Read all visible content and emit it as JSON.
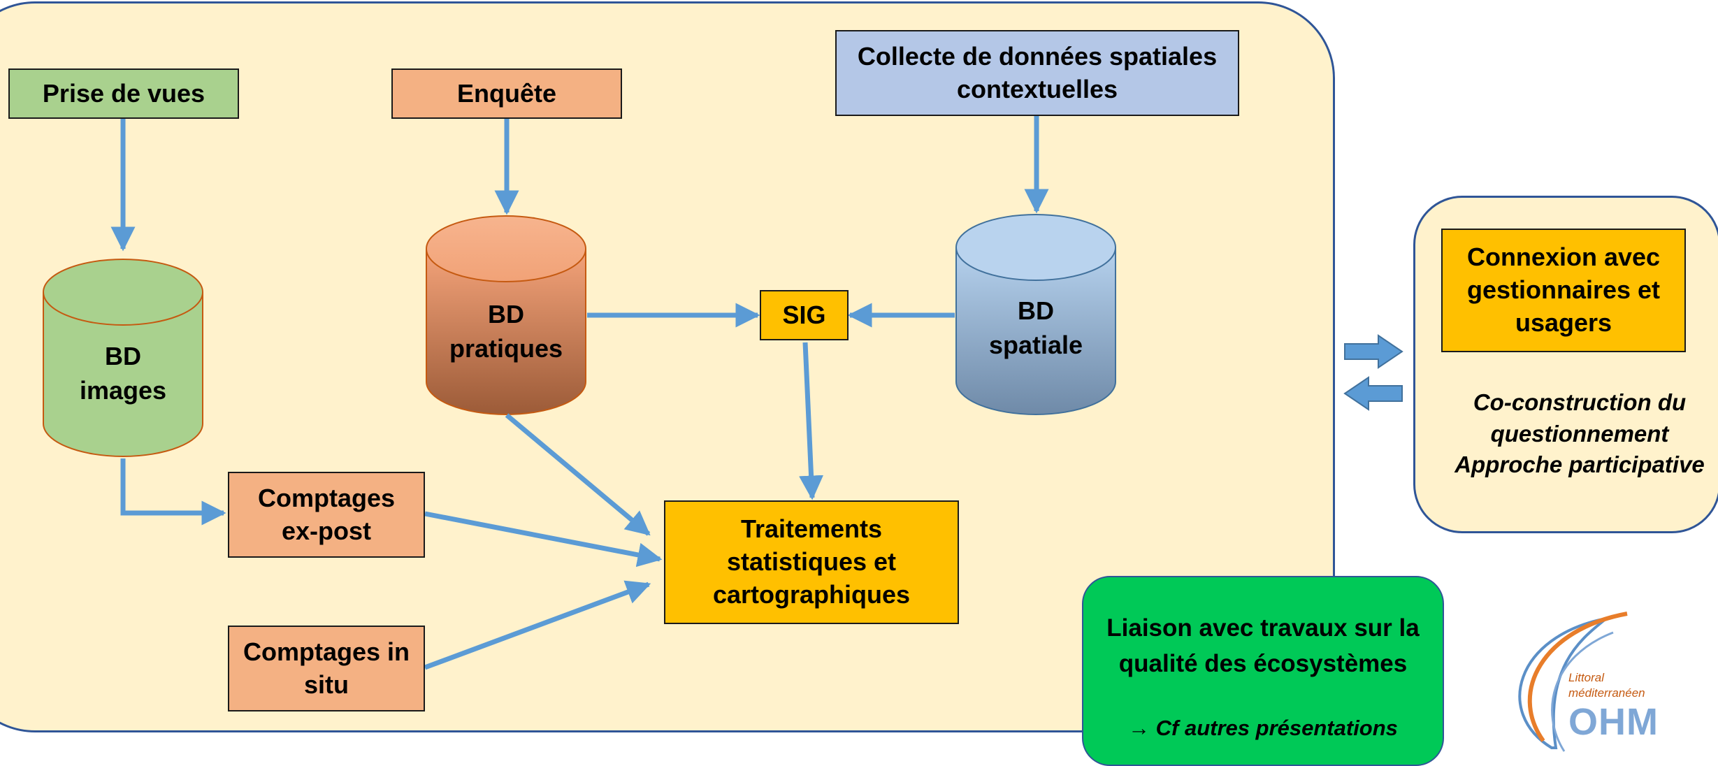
{
  "sources": {
    "prise_de_vues": "Prise de vues",
    "enquete": "Enquête",
    "collecte": [
      "Collecte de données spatiales",
      "contextuelles"
    ]
  },
  "databases": {
    "images": [
      "BD",
      "images"
    ],
    "pratiques": [
      "BD",
      "pratiques"
    ],
    "spatiale": [
      "BD",
      "spatiale"
    ]
  },
  "processing": {
    "sig": "SIG",
    "comptages_ex_post": [
      "Comptages",
      "ex-post"
    ],
    "comptages_in_situ": [
      "Comptages in",
      "situ"
    ],
    "traitements": [
      "Traitements",
      "statistiques et",
      "cartographiques"
    ]
  },
  "connexion": {
    "title": [
      "Connexion avec",
      "gestionnaires et",
      "usagers"
    ],
    "notes": [
      "Co-construction du",
      "questionnement",
      "Approche participative"
    ]
  },
  "liaison": {
    "title": [
      "Liaison avec travaux sur la",
      "qualité des écosystèmes"
    ],
    "reference": "Cf autres présentations",
    "arrow_glyph": "→"
  },
  "logo": {
    "line1": "Littoral",
    "line2": "méditerranéen",
    "mark": "OHM"
  },
  "colors": {
    "panel_fill": "#fff2cc",
    "panel_border": "#2f5597",
    "arrow": "#5b9bd5",
    "green": "#a9d18e",
    "orange": "#f4b183",
    "blue": "#b4c7e7",
    "gold": "#ffc000",
    "liaison_green": "#00c957"
  }
}
